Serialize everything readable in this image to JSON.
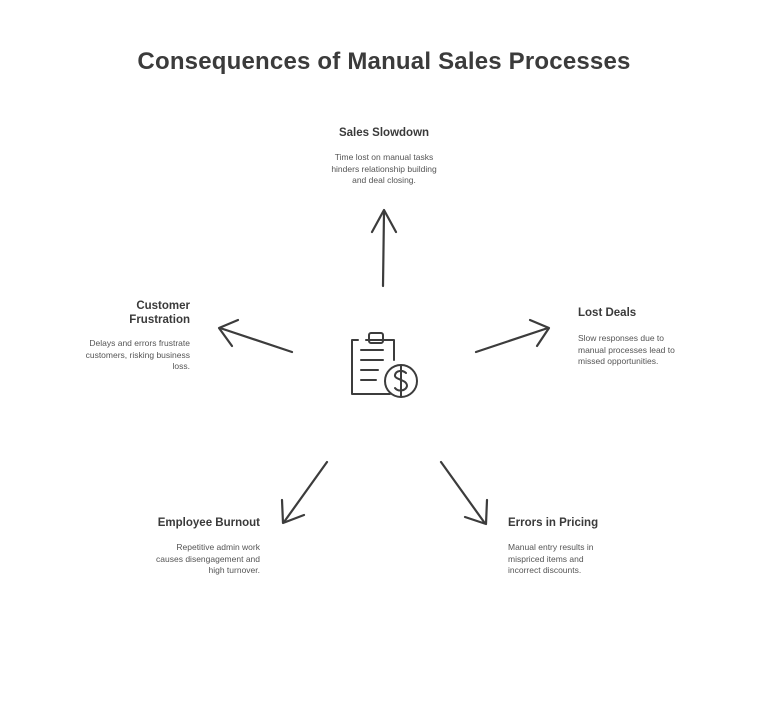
{
  "title": "Consequences of Manual Sales Processes",
  "center_icon": "clipboard-dollar-icon",
  "nodes": [
    {
      "id": "sales-slowdown",
      "title": "Sales Slowdown",
      "desc": "Time lost on manual tasks hinders relationship building and deal closing."
    },
    {
      "id": "lost-deals",
      "title": "Lost Deals",
      "desc": "Slow responses due to manual processes lead to missed opportunities."
    },
    {
      "id": "errors-in-pricing",
      "title": "Errors in Pricing",
      "desc": "Manual entry results in mispriced items and incorrect discounts."
    },
    {
      "id": "employee-burnout",
      "title": "Employee Burnout",
      "desc": "Repetitive admin work causes disengagement and high turnover."
    },
    {
      "id": "customer-frustration",
      "title": "Customer Frustration",
      "desc": "Delays and errors frustrate customers, risking business loss."
    }
  ],
  "colors": {
    "stroke": "#3c3c3c",
    "text": "#3a3a3a",
    "muted": "#555555"
  }
}
